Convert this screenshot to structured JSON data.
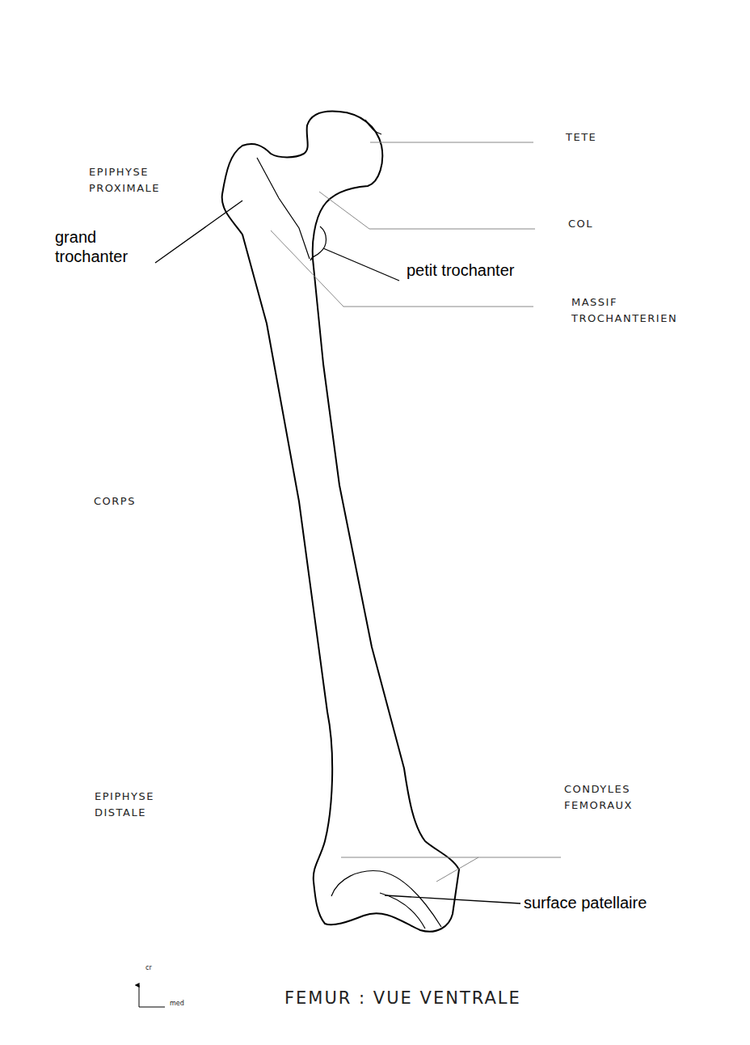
{
  "diagram": {
    "title": "FEMUR : VUE VENTRALE",
    "labels": [
      "TETE",
      "EPIPHYSE PROXIMALE",
      "grand trochanter",
      "COL",
      "petit trochanter",
      "MASSIF TROCHANTERIEN",
      "CORPS",
      "EPIPHYSE DISTALE",
      "CONDYLES FEMORAUX",
      "surface patellaire",
      "cr",
      "med"
    ]
  }
}
